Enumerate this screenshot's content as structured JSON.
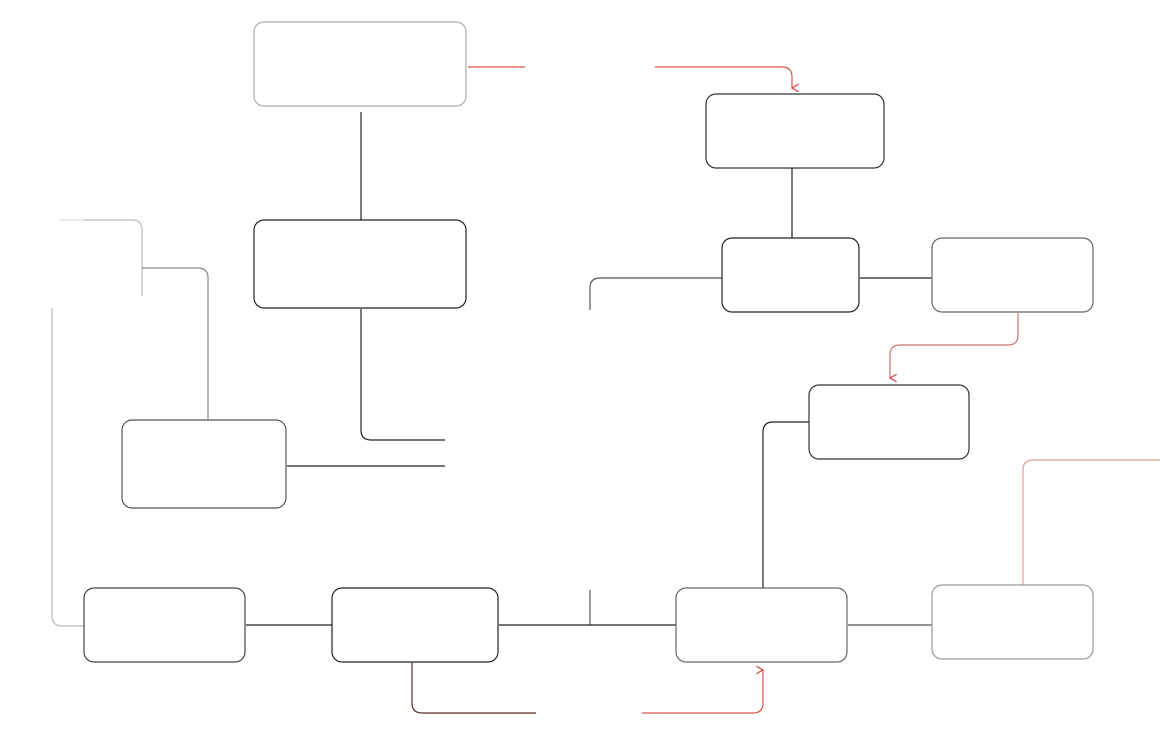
{
  "diagram": {
    "nodes": [
      {
        "id": "n-top-left",
        "label": ""
      },
      {
        "id": "n-top-right",
        "label": ""
      },
      {
        "id": "n-mid-left",
        "label": ""
      },
      {
        "id": "n-mid-right",
        "label": ""
      },
      {
        "id": "n-far-right",
        "label": ""
      },
      {
        "id": "n-center-right",
        "label": ""
      },
      {
        "id": "n-left",
        "label": ""
      },
      {
        "id": "n-bottom-1",
        "label": ""
      },
      {
        "id": "n-bottom-2",
        "label": ""
      },
      {
        "id": "n-bottom-3",
        "label": ""
      },
      {
        "id": "n-bottom-4",
        "label": ""
      }
    ],
    "colors": {
      "edge": "#222222",
      "edge_highlight": "#d9534f",
      "node_stroke": "#333333",
      "background": "#ffffff"
    }
  }
}
